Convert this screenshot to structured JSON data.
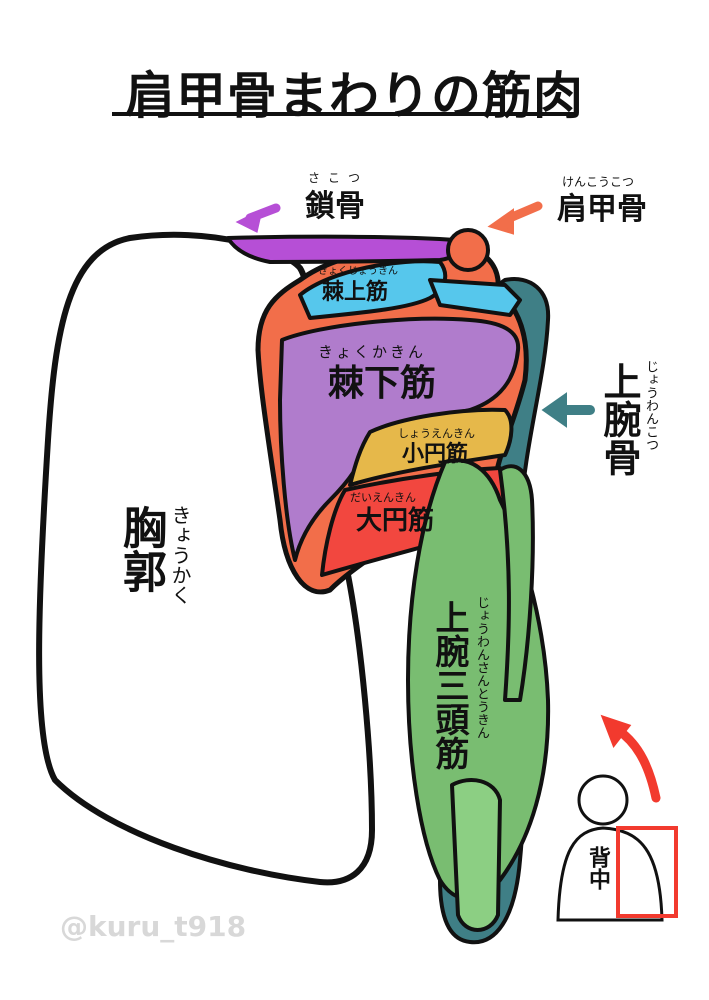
{
  "title": "肩甲骨まわりの筋肉",
  "labels": {
    "clavicle": {
      "text": "鎖骨",
      "reading": "さこつ"
    },
    "scapula": {
      "text": "肩甲骨",
      "reading": "けんこうこつ"
    },
    "humerus": {
      "text": "上腕骨",
      "reading": "じょうわんこつ"
    },
    "supraspinatus": {
      "text": "棘上筋",
      "reading": "きょくじょうきん"
    },
    "infraspinatus": {
      "text": "棘下筋",
      "reading": "きょくかきん"
    },
    "teres_minor": {
      "text": "小円筋",
      "reading": "しょうえんきん"
    },
    "teres_major": {
      "text": "大円筋",
      "reading": "だいえんきん"
    },
    "triceps": {
      "text": "上腕三頭筋",
      "reading": "じょうわんさんとうきん"
    },
    "rib_cage": {
      "text": "胸郭",
      "reading": "きょうかく"
    },
    "back": {
      "text": "背中"
    }
  },
  "watermark": "@kuru_t918",
  "colors": {
    "clavicle": "#b64fd6",
    "scapula": "#f26e4a",
    "humerus": "#3f7f86",
    "supraspinatus": "#56c7ec",
    "infraspinatus": "#b07ccc",
    "teres_minor": "#e6b84a",
    "teres_major": "#f2473f",
    "triceps": "#79bd71",
    "indicator": "#f23a2e"
  }
}
